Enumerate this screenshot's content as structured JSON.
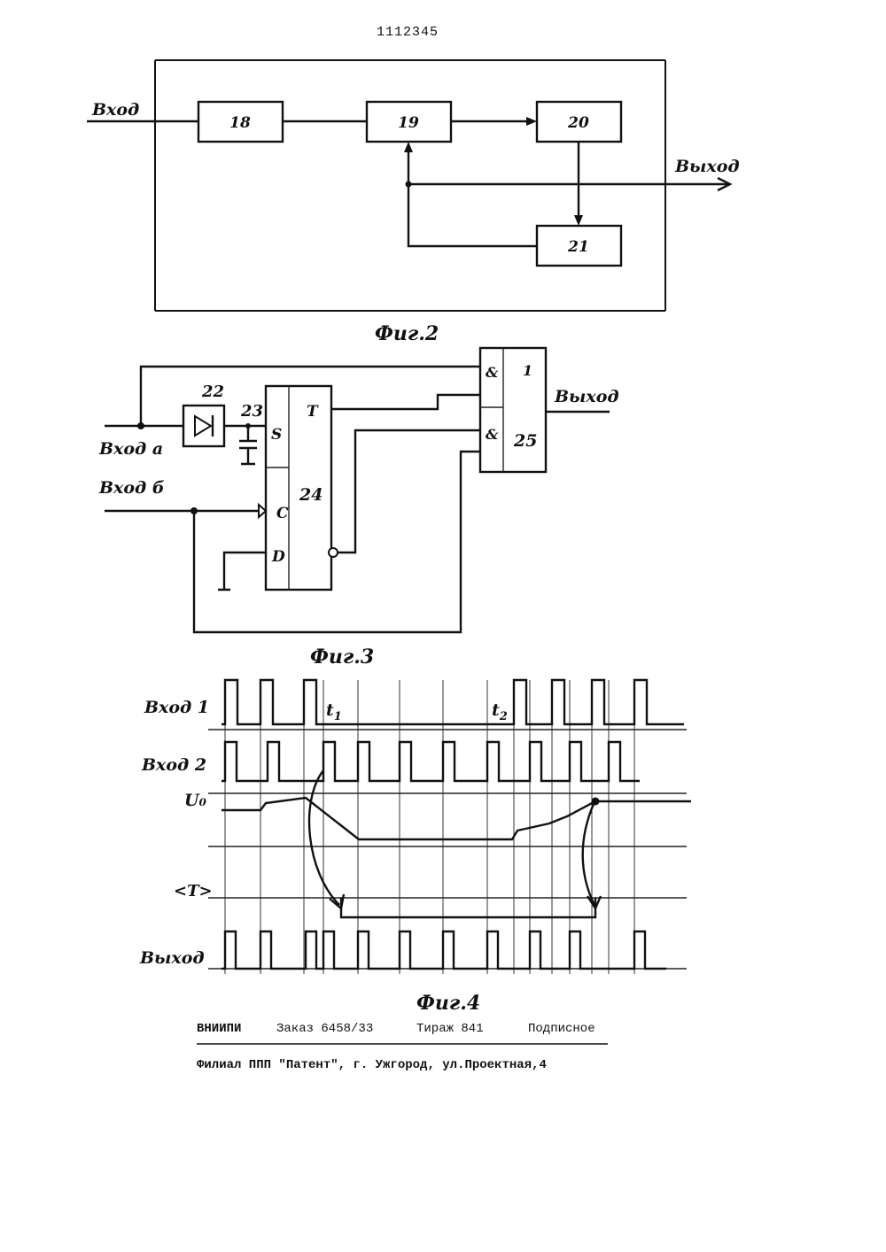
{
  "header": {
    "page_number": "1112345"
  },
  "fig2": {
    "input_label": "Вход",
    "output_label": "Выход",
    "blocks": [
      "18",
      "19",
      "20",
      "21"
    ],
    "caption": "Фиг.2"
  },
  "fig3": {
    "input_a": "Вход а",
    "input_b": "Вход б",
    "output_label": "Выход",
    "diode_num": "22",
    "cap_num": "23",
    "trigger_num": "24",
    "gate_num": "25",
    "pin_s": "S",
    "pin_t": "T",
    "pin_c": "C",
    "pin_d": "D",
    "and_sym": "&",
    "or_sym": "1",
    "caption": "Фиг.3"
  },
  "fig4": {
    "rows": [
      "Вход 1",
      "Вход 2",
      "U₀",
      "<T>",
      "Выход"
    ],
    "marker_t1": "t",
    "marker_t1_sub": "1",
    "marker_t2": "t",
    "marker_t2_sub": "2",
    "caption": "Фиг.4"
  },
  "footer": {
    "org": "ВНИИПИ",
    "order": "Заказ 6458/33",
    "edition": "Тираж 841",
    "subscription": "Подписное",
    "branch": "Филиал ППП \"Патент\", г. Ужгород, ул.Проектная,4"
  }
}
